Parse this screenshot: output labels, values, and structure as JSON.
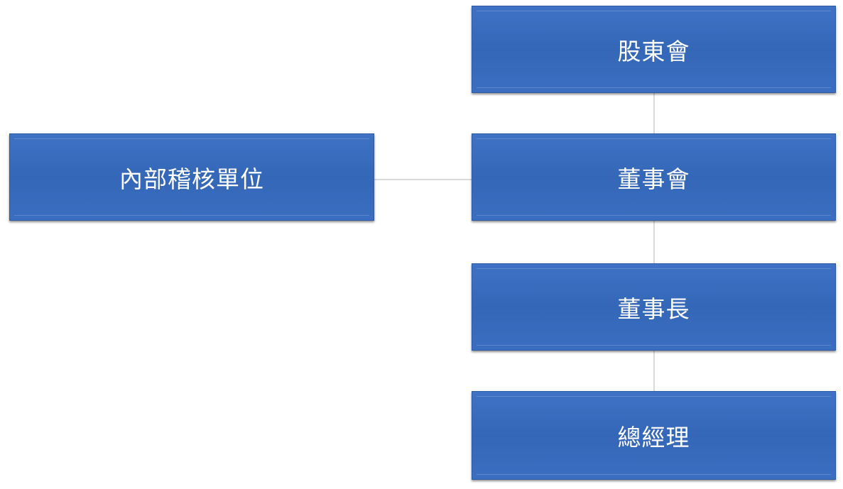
{
  "org_chart": {
    "nodes": {
      "shareholders_meeting": "股東會",
      "board_of_directors": "董事會",
      "chairman": "董事長",
      "general_manager": "總經理",
      "internal_audit": "內部稽核單位"
    },
    "colors": {
      "box_fill": "#3a6cbf",
      "box_text": "#ffffff",
      "connector": "#d9d9d9"
    }
  }
}
